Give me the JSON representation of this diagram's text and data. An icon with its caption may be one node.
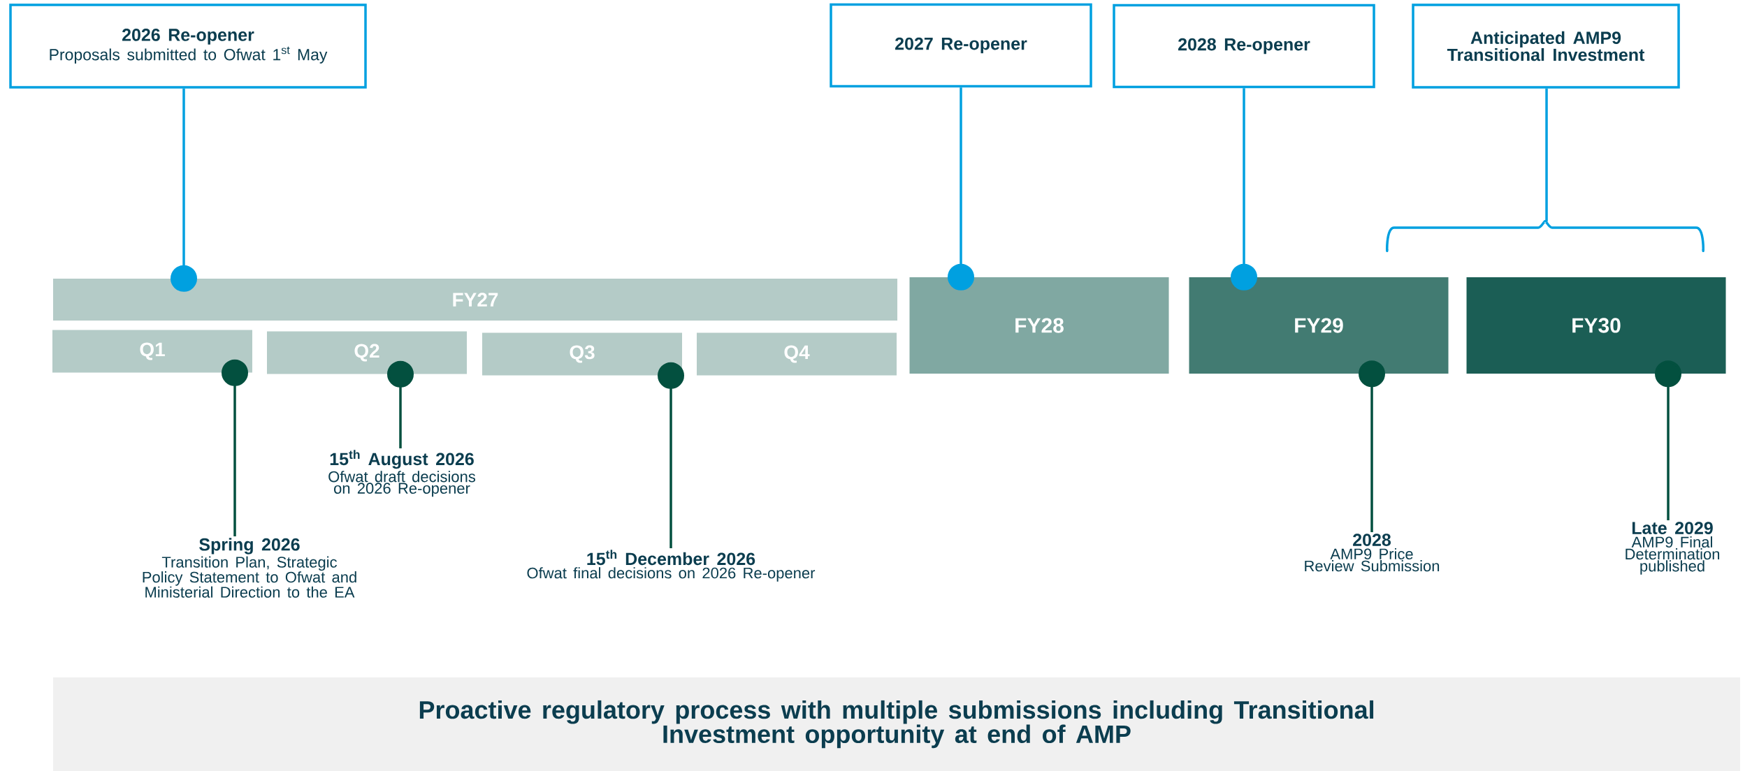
{
  "diagram": {
    "nodes": [
      {
        "text": [
          "2026 Re-opener",
          "Proposals submitted to Ofwat 1$^{st}$ May"
        ]
      },
      {
        "text": [
          "2027 Re-opener"
        ]
      },
      {
        "text": [
          "2028 Re-opener"
        ]
      },
      {
        "text": [
          "Anticipated AMP9 Transitional Investment"
        ]
      },
      {
        "text": [
          "FY27"
        ]
      },
      {
        "text": [
          "Q1"
        ]
      },
      {
        "text": [
          "Q2"
        ]
      },
      {
        "text": [
          "Q3"
        ]
      },
      {
        "text": [
          "Q4"
        ]
      },
      {
        "text": [
          "FY28"
        ]
      },
      {
        "text": [
          "FY29"
        ]
      },
      {
        "text": [
          "FY30"
        ]
      },
      {
        "text": [
          "Spring 2026",
          "Transition Plan, Strategic Policy Statement to Ofwat and Ministerial Direction to the EA"
        ]
      },
      {
        "text": [
          "15$^{th}$ August 2026",
          "Ofwat draft decisions on 2026 Re-opener"
        ]
      },
      {
        "text": [
          "15$^{th}$ December 2026",
          "Ofwat final decisions on 2026 Re-opener"
        ]
      },
      {
        "text": [
          "2028",
          "AMP9 Price Review Submission"
        ]
      },
      {
        "text": [
          "Late 2029",
          "AMP9 Final Determination published"
        ]
      },
      {
        "text": [
          "Proactive regulatory process with multiple submissions including Transitional Investment opportunity at end of AMP"
        ]
      },
      {
        "text": [],
        "shape": "bracket"
      }
    ],
    "edges": [
      {
        "from": 0,
        "to": 4,
        "arrow": "other",
        "color": "#00a0e0"
      },
      {
        "from": 1,
        "to": 9,
        "arrow": "other",
        "color": "#00a0e0"
      },
      {
        "from": 2,
        "to": 10,
        "arrow": "other",
        "color": "#00a0e0"
      },
      {
        "from": 3,
        "to": 18,
        "arrow": "none",
        "color": "#00a0e0"
      },
      {
        "from": 12,
        "to": 5,
        "arrow": "other"
      },
      {
        "from": 13,
        "to": 6,
        "arrow": "other"
      },
      {
        "from": 14,
        "to": 7,
        "arrow": "other"
      },
      {
        "from": 15,
        "to": 10,
        "arrow": "other"
      },
      {
        "from": 16,
        "to": 11,
        "arrow": "other"
      }
    ]
  }
}
